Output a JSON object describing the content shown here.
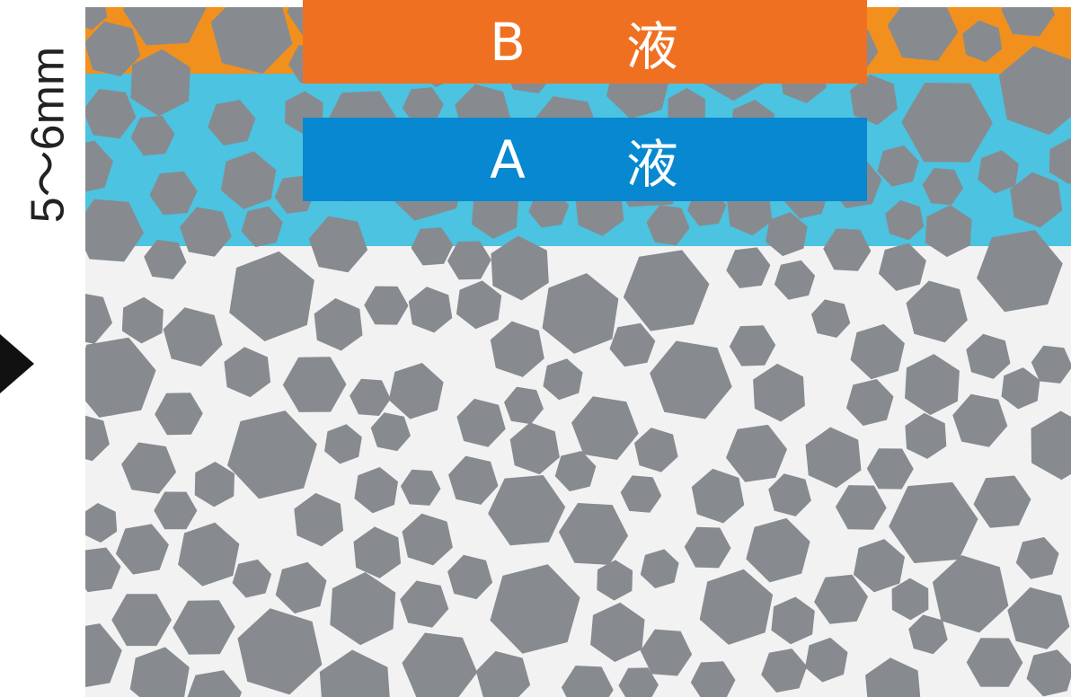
{
  "labels": {
    "b_letter": "B",
    "b_kanji": "液",
    "a_letter": "A",
    "a_kanji": "液",
    "depth": "5～6mm"
  },
  "colors": {
    "orange_layer": "#f2901e",
    "blue_layer": "#4bc3e1",
    "substrate": "#f2f2f2",
    "stones": "#878b8f",
    "b_box": "#f07022",
    "a_box": "#0788d0",
    "arrow": "#111111"
  },
  "icons": [
    "right-pointing-arrow-icon"
  ]
}
